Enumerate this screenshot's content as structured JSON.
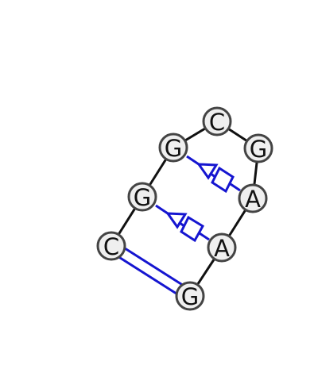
{
  "diagram": {
    "type": "rna-secondary-structure",
    "colors": {
      "backbone": "#111111",
      "base_pair": "#1515d0",
      "nucleotide_fill": "#efefef",
      "nucleotide_stroke": "#444444"
    },
    "nucleotides": [
      {
        "id": "n1",
        "base": "C"
      },
      {
        "id": "n2",
        "base": "G"
      },
      {
        "id": "n3",
        "base": "G"
      },
      {
        "id": "n4",
        "base": "C"
      },
      {
        "id": "n5",
        "base": "G"
      },
      {
        "id": "n6",
        "base": "A"
      },
      {
        "id": "n7",
        "base": "A"
      },
      {
        "id": "n8",
        "base": "G"
      }
    ],
    "backbone_links": [
      [
        "n1",
        "n2"
      ],
      [
        "n2",
        "n3"
      ],
      [
        "n3",
        "n4"
      ],
      [
        "n4",
        "n5"
      ],
      [
        "n5",
        "n6"
      ],
      [
        "n6",
        "n7"
      ],
      [
        "n7",
        "n8"
      ]
    ],
    "base_pairs": [
      {
        "from": "n1",
        "to": "n8",
        "style": "canonical-double-line"
      },
      {
        "from": "n2",
        "to": "n7",
        "style": "triangle-square"
      },
      {
        "from": "n3",
        "to": "n6",
        "style": "triangle-square"
      }
    ]
  }
}
